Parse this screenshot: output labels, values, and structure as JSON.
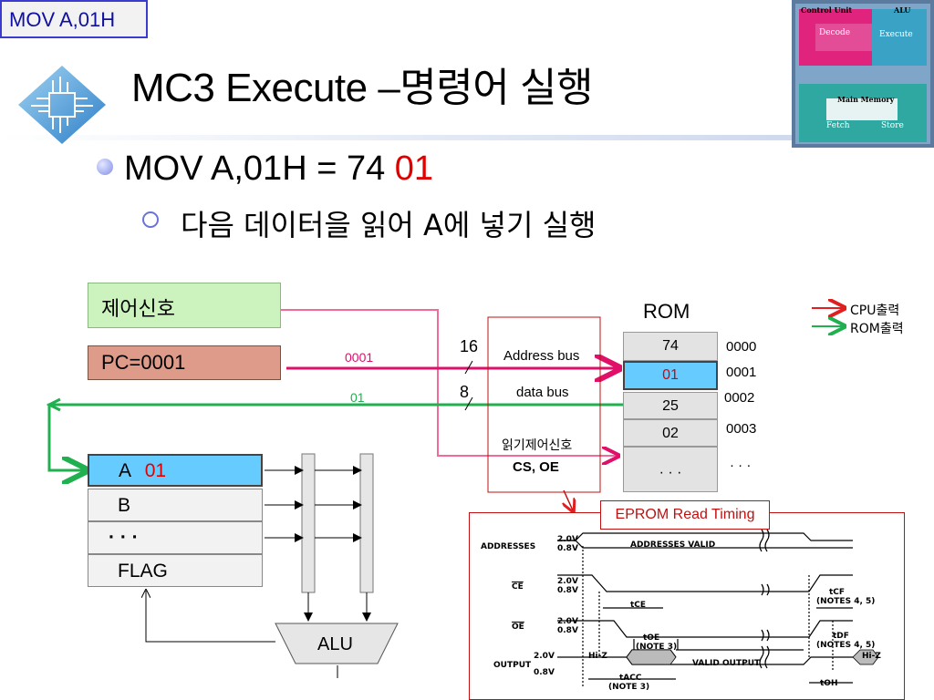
{
  "slide_tag": "MOV  A,01H",
  "title": "MC3 Execute –명령어 실행",
  "bullet": {
    "text": "MOV  A,01H  = 74 ",
    "highlight": "01"
  },
  "sub_bullet": "다음 데이터을 읽어 A에 넣기 실행",
  "control_box": "제어신호",
  "pc_box": "PC=0001",
  "registers": {
    "a_label": "A",
    "a_value": "01",
    "b": "B",
    "dots": "· · ·",
    "flag": "FLAG"
  },
  "alu": "ALU",
  "bus": {
    "address_width": "16",
    "data_width": "8",
    "address_label": "Address bus",
    "data_label": "data bus",
    "read_ctrl": "읽기제어신호",
    "cs_oe": "CS, OE",
    "address_value": "0001",
    "data_value": "01"
  },
  "rom": {
    "title": "ROM",
    "cells": [
      "74",
      "01",
      "25",
      "02",
      "· · ·"
    ],
    "addresses": [
      "0000",
      "0001",
      "0002",
      "0003",
      "· · ·"
    ]
  },
  "legend": {
    "cpu": "CPU출력",
    "rom": "ROM출력",
    "cpu_color": "#e02020",
    "rom_color": "#20b040"
  },
  "colors": {
    "pc_bus": "#e0106a",
    "data_bus": "#20b050",
    "highlight": "#66ccff"
  },
  "timing": {
    "title": "EPROM Read Timing",
    "signals": [
      "ADDRESSES",
      "CE",
      "OE",
      "OUTPUT"
    ],
    "levels": [
      "2.0V",
      "0.8V"
    ],
    "addresses_valid": "ADDRESSES VALID",
    "valid_output": "VALID OUTPUT",
    "hiz": "Hi-Z",
    "t_ce": "tCE",
    "t_oe": "tOE",
    "t_oe_note": "(NOTE 3)",
    "t_cf": "tCF",
    "t_cf_note": "(NOTES 4, 5)",
    "t_df": "tDF",
    "t_df_note": "(NOTES 4, 5)",
    "t_acc": "tACC",
    "t_acc_note": "(NOTE 3)",
    "t_oh": "tOH"
  },
  "cycle": {
    "control_unit": "Control Unit",
    "alu": "ALU",
    "decode": "Decode",
    "execute": "Execute",
    "main_memory": "Main Memory",
    "fetch": "Fetch",
    "store": "Store"
  }
}
